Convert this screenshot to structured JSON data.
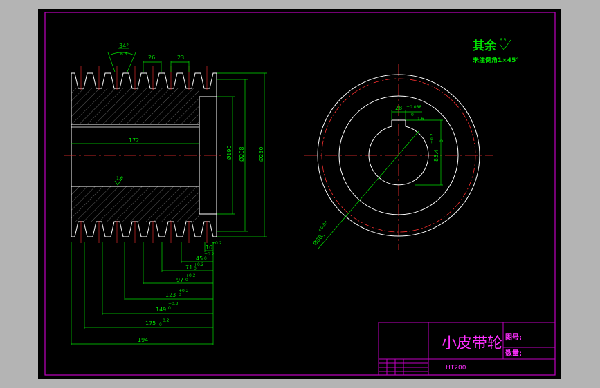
{
  "colors": {
    "background_ui": "#b4b4b4",
    "sheet": "#000000",
    "border": "#c000c0",
    "outline": "#ffffff",
    "dimension": "#00e000",
    "center_line": "#ff3030",
    "hatch": "#9a9a9a",
    "title": "#ff30ff"
  },
  "notes": {
    "main": "其余",
    "roughness": "6.3",
    "chamfer": "未注倒角1×45°"
  },
  "side_view": {
    "dims": {
      "groove_angle": "34°",
      "roughness": "6.3",
      "d26": "26",
      "d23": "23",
      "bore_len": "172",
      "roughness2": "1.6",
      "dia_190": "Ø190",
      "dia_208": "Ø208",
      "dia_230": "Ø230",
      "tol_a": "+0.2",
      "tol_b": "0",
      "d10": "10",
      "d45": "45",
      "d71": "71",
      "d97": "97",
      "d123": "123",
      "d149": "149",
      "d175": "175",
      "d194": "194"
    }
  },
  "front_view": {
    "dims": {
      "key_width": "28",
      "key_tol": "+0.088",
      "key_tol2": "0",
      "key_depth": "85.4",
      "key_depth_tol": "+0.2",
      "key_depth_tol2": "0",
      "bore_dia": "Ø80",
      "bore_tol": "+0.03",
      "bore_tol2": "0",
      "roughness": "1.6"
    }
  },
  "title_block": {
    "name": "小皮带轮",
    "drawing_no_label": "图号:",
    "qty_label": "数量:",
    "material": "HT200"
  }
}
